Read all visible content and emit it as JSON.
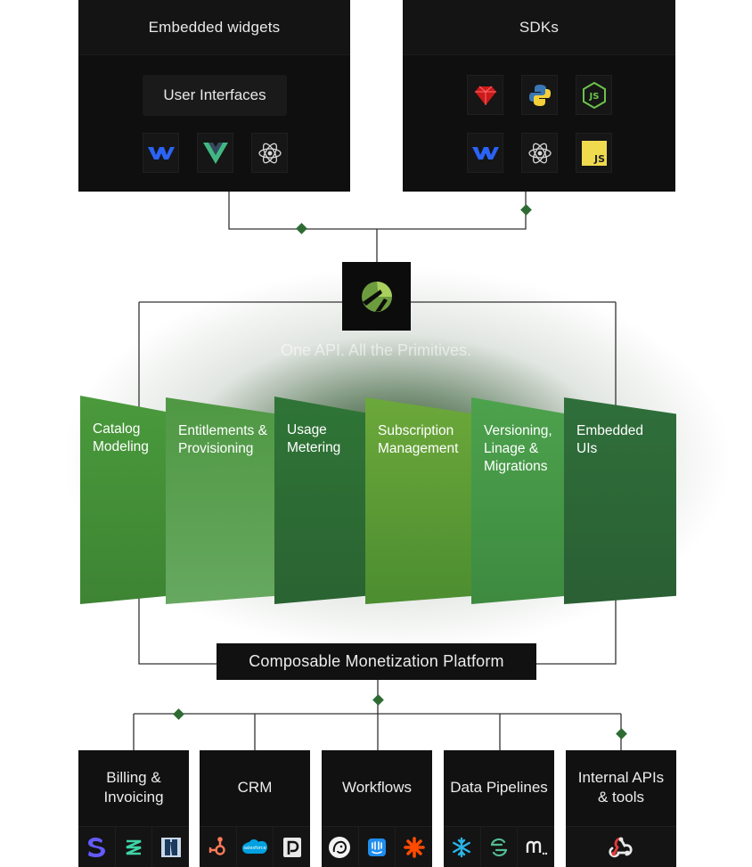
{
  "top_sections": {
    "widgets": {
      "title": "Embedded widgets",
      "chip_label": "User Interfaces",
      "icons": [
        "webflow-icon",
        "vue-icon",
        "electron-icon"
      ]
    },
    "sdks": {
      "title": "SDKs",
      "icons": [
        "ruby-icon",
        "python-icon",
        "nodejs-icon",
        "webflow-icon",
        "electron-icon",
        "javascript-icon"
      ]
    }
  },
  "logo": {
    "icon": "product-logo-icon"
  },
  "tagline": "One API. All the Primitives.",
  "primitives": [
    {
      "label": "Catalog Modeling"
    },
    {
      "label": "Entitlements & Provisioning"
    },
    {
      "label": "Usage Metering"
    },
    {
      "label": "Subscription Management"
    },
    {
      "label": "Versioning, Linage & Migrations"
    },
    {
      "label": "Embedded UIs"
    }
  ],
  "platform_label": "Composable Monetization Platform",
  "integrations": [
    {
      "label": "Billing & Invoicing",
      "icons": [
        "stripe-icon",
        "zuora-icon",
        "netsuite-icon"
      ]
    },
    {
      "label": "CRM",
      "icons": [
        "hubspot-icon",
        "salesforce-icon",
        "pipedrive-icon"
      ]
    },
    {
      "label": "Workflows",
      "icons": [
        "mailchimp-icon",
        "intercom-icon",
        "zapier-icon"
      ]
    },
    {
      "label": "Data Pipelines",
      "icons": [
        "snowflake-icon",
        "segment-icon",
        "metabase-icon"
      ]
    },
    {
      "label": "Internal APIs & tools",
      "icons": [
        "webhook-icon"
      ]
    }
  ],
  "colors": {
    "box_bg": "#111111",
    "connector": "#2f2f2f",
    "diamond": "#2e6b33",
    "panel_greens": [
      "#3e8a34",
      "#5fa35a",
      "#2c6b35",
      "#5d9a32",
      "#44964a",
      "#2d6838"
    ]
  }
}
